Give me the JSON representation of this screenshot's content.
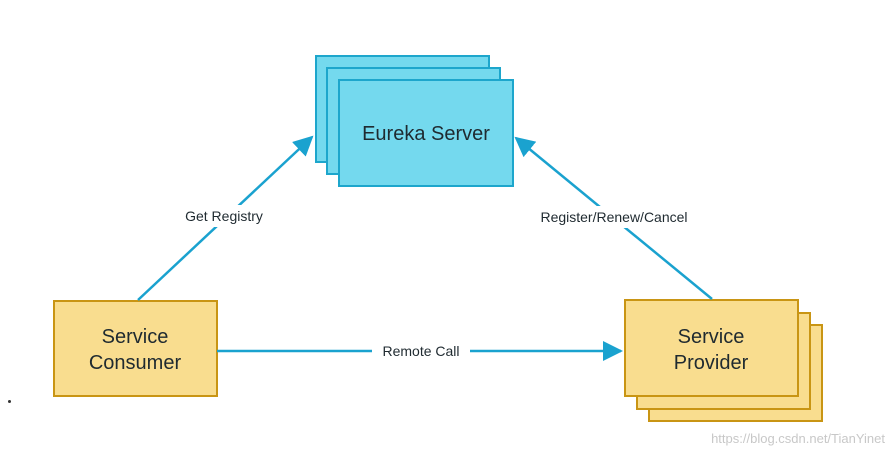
{
  "colors": {
    "server_fill": "#74d9ee",
    "server_stroke": "#1da6cc",
    "box_fill": "#f9dd8f",
    "box_stroke": "#c99514",
    "arrow": "#1aa2cf",
    "text": "#1f2a30"
  },
  "nodes": {
    "eureka_server": {
      "label": "Eureka Server"
    },
    "service_consumer": {
      "line1": "Service",
      "line2": "Consumer"
    },
    "service_provider": {
      "line1": "Service",
      "line2": "Provider"
    }
  },
  "edges": {
    "get_registry": {
      "label": "Get Registry"
    },
    "register": {
      "label": "Register/Renew/Cancel"
    },
    "remote_call": {
      "label": "Remote Call"
    }
  },
  "watermark": "https://blog.csdn.net/TianYinet"
}
